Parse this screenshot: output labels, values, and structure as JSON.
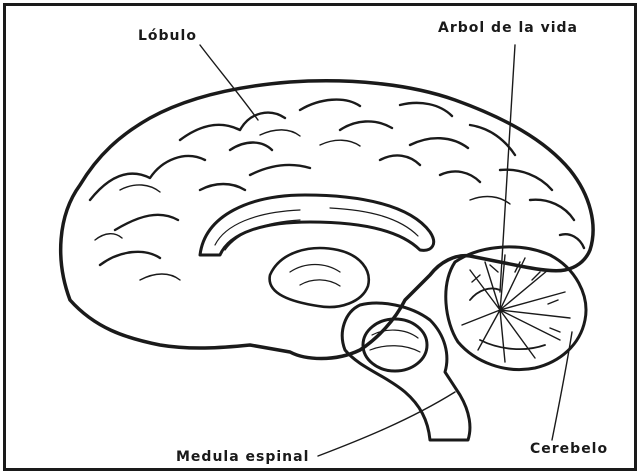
{
  "labels": {
    "lobulo": "Lóbulo",
    "arbol_de_la_vida": "Arbol de la vida",
    "medula_espinal": "Medula espinal",
    "cerebelo": "Cerebelo"
  },
  "colors": {
    "ink": "#1a1a1a",
    "paper": "#ffffff"
  }
}
